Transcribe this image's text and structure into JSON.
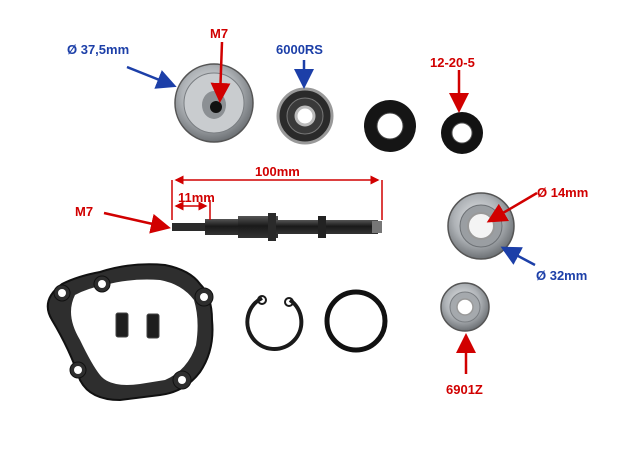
{
  "labels": {
    "housing_diameter": "Ø 37,5mm",
    "housing_thread": "M7",
    "bearing_6000": "6000RS",
    "seal_size": "12-20-5",
    "shaft_length": "100mm",
    "shaft_step": "11mm",
    "shaft_thread": "M7",
    "bearing_inner": "Ø 14mm",
    "bearing_outer": "Ø 32mm",
    "bearing_6901": "6901Z"
  },
  "colors": {
    "red_label": "#d10000",
    "blue_label": "#1c3fa8",
    "metal": "#b9bcbf",
    "rubber": "#1a1a1a"
  }
}
